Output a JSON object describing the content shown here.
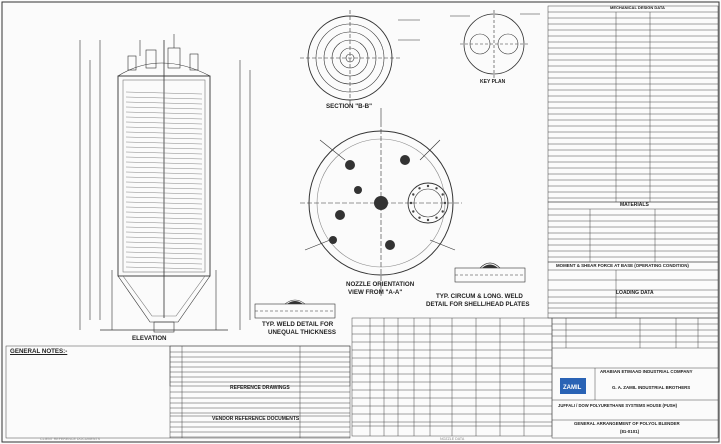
{
  "sheet": {
    "title_block": {
      "company": "ARABIAN ETIMAAD INDUSTRIAL COMPANY",
      "contractor": "G. A. ZAMIL INDUSTRIAL BROTHERS",
      "project": "JUFFALI / DOW POLYURETHANE SYSTEMS HOUSE (PUSH)",
      "drawing_title": "GENERAL ARRANGEMENT OF POLYOL BLENDER",
      "drawing_number": "(81-0101)",
      "logo_text": "ZAMIL"
    },
    "views": {
      "elevation": "ELEVATION",
      "section": "SECTION \"B-B\"",
      "key_plan": "KEY PLAN",
      "nozzle_orientation_1": "NOZZLE ORIENTATION",
      "nozzle_orientation_2": "VIEW FROM \"A-A\"",
      "weld_detail_1": "TYP. WELD DETAIL FOR",
      "weld_detail_2": "UNEQUAL THICKNESS",
      "circ_weld_1": "TYP. CIRCUM & LONG. WELD",
      "circ_weld_2": "DETAIL FOR SHELL/HEAD PLATES"
    },
    "panels": {
      "mech_design_data": "MECHANICAL DESIGN DATA",
      "materials": "MATERIALS",
      "moment_shear": "MOMENT & SHEAR FORCE AT BASE (OPERATING CONDITION)",
      "loading_data": "LOADING DATA",
      "general_notes": "GENERAL NOTES:-",
      "reference_drawings": "REFERENCE DRAWINGS",
      "vendor_reference": "VENDOR REFERENCE DOCUMENTS",
      "client_reference": "CLIENT REFERENCE DOCUMENTS",
      "nozzle_data": "NOZZLE DATA"
    }
  }
}
